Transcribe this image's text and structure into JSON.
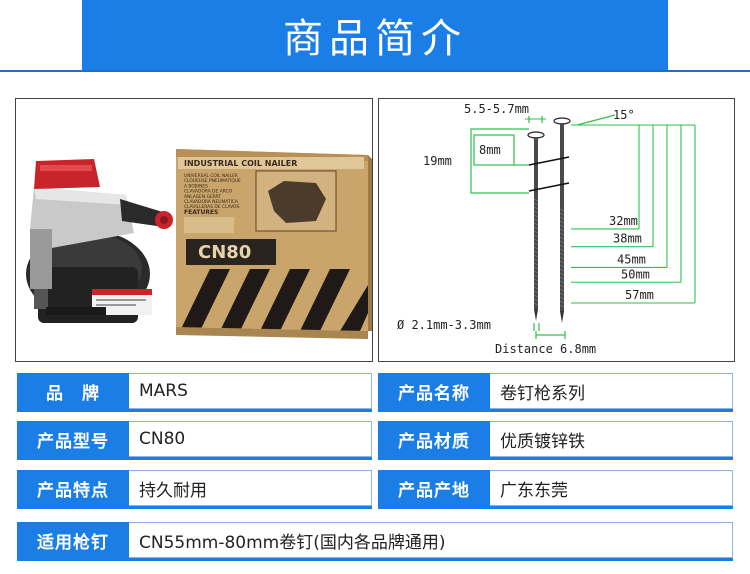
{
  "banner": {
    "title": "商品简介"
  },
  "product_photo": {
    "box_heading": "INDUSTRIAL COIL NAILER",
    "box_model": "CN80",
    "box_small_lines": [
      "UNIVERSAL COIL NAILER",
      "CLOUEUSE PNEUMATIQUE",
      "A BOBINES",
      "CLAVADORA DE ARCO",
      "ANLAGEN GERÄT",
      "CLAVADORA NEUMATICA",
      "CLAVILLERAS DE CLAVOS"
    ],
    "box_features_title": "FEATURES",
    "colors": {
      "tool_red": "#c8242a",
      "tool_body": "#c9c9c9",
      "tool_dark": "#2a2a2a",
      "box": "#c9a56c",
      "stripe": "#1f1a17"
    }
  },
  "chart_data": {
    "type": "diagram",
    "title": "",
    "nail_dimensions": {
      "head_diameter": "5.5-5.7mm",
      "head_angle": "15°",
      "marker_spacing": "8mm",
      "collation_span": "19mm",
      "shank_diameter": "Ø 2.1mm-3.3mm",
      "distance": "Distance 6.8mm"
    },
    "lengths": [
      {
        "label": "32mm",
        "value": 32
      },
      {
        "label": "38mm",
        "value": 38
      },
      {
        "label": "45mm",
        "value": 45
      },
      {
        "label": "50mm",
        "value": 50
      },
      {
        "label": "57mm",
        "value": 57
      }
    ],
    "line_color": "#2ec24a"
  },
  "specs": [
    {
      "label": "品　牌",
      "value": "MARS"
    },
    {
      "label": "产品名称",
      "value": "卷钉枪系列"
    },
    {
      "label": "产品型号",
      "value": "CN80"
    },
    {
      "label": "产品材质",
      "value": "优质镀锌铁"
    },
    {
      "label": "产品特点",
      "value": "持久耐用"
    },
    {
      "label": "产品产地",
      "value": "广东东莞"
    },
    {
      "label": "适用枪钉",
      "value": "CN55mm-80mm卷钉(国内各品牌通用)"
    }
  ]
}
